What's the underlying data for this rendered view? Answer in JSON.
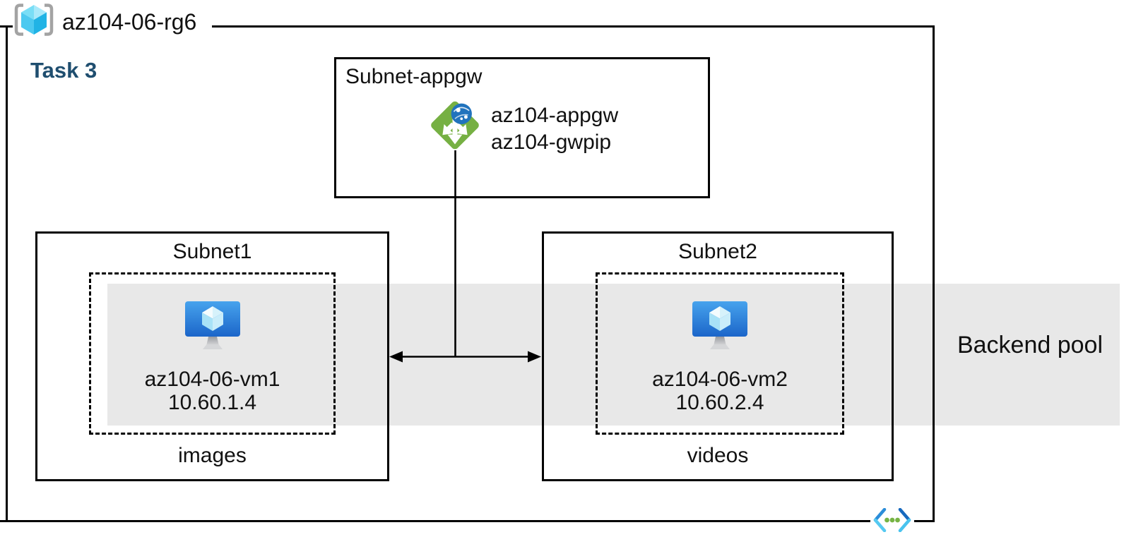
{
  "diagram": {
    "resource_group": {
      "name": "az104-06-rg6"
    },
    "task_label": "Task 3",
    "appgw_subnet": {
      "name": "Subnet-appgw",
      "gateway_name": "az104-appgw",
      "public_ip_name": "az104-gwpip"
    },
    "subnet1": {
      "name": "Subnet1",
      "vm_name": "az104-06-vm1",
      "vm_ip": "10.60.1.4",
      "pool_label": "images"
    },
    "subnet2": {
      "name": "Subnet2",
      "vm_name": "az104-06-vm2",
      "vm_ip": "10.60.2.4",
      "pool_label": "videos"
    },
    "backend_pool_label": "Backend pool",
    "icons": {
      "resource_group": "resource-group-brackets-cube-icon",
      "application_gateway": "application-gateway-diamond-icon",
      "virtual_machine": "virtual-machine-monitor-icon",
      "virtual_network": "virtual-network-angle-brackets-icon"
    },
    "colors": {
      "appgw_green": "#76b043",
      "globe_blue": "#2173bd",
      "vm_blue_top": "#47a3ed",
      "vm_blue_bottom": "#1b65c9",
      "band_gray": "#e8e8e8",
      "task_navy": "#1f4e6f",
      "line_black": "#000000",
      "bracket_gray": "#a3a3a3",
      "cube_top_left": "#79def6",
      "cube_top_right": "#a9e9fa",
      "cube_bottom_left": "#4cc9f0",
      "cube_bottom_right": "#21b3e5",
      "vnet_blue": "#2b8dd9",
      "vnet_dark_blue": "#1769be",
      "vnet_cyan": "#55c9f1",
      "dot_green": "#76b343",
      "text_black": "#111111"
    }
  }
}
